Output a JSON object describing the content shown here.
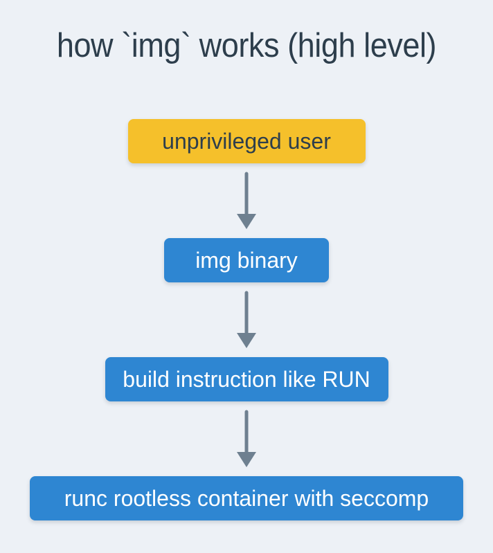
{
  "title": "how `img` works (high level)",
  "flow": {
    "nodes": [
      {
        "label": "unprivileged user",
        "role": "start"
      },
      {
        "label": "img binary",
        "role": "step"
      },
      {
        "label": "build instruction like RUN",
        "role": "step"
      },
      {
        "label": "runc rootless container with seccomp",
        "role": "step"
      }
    ],
    "connector": "arrow-down"
  },
  "colors": {
    "background": "#edf1f6",
    "start_node_fill": "#f5c02b",
    "step_node_fill": "#2e86d2",
    "dark_text": "#2d3e4c",
    "light_text": "#ffffff",
    "arrow": "#6e8090"
  }
}
